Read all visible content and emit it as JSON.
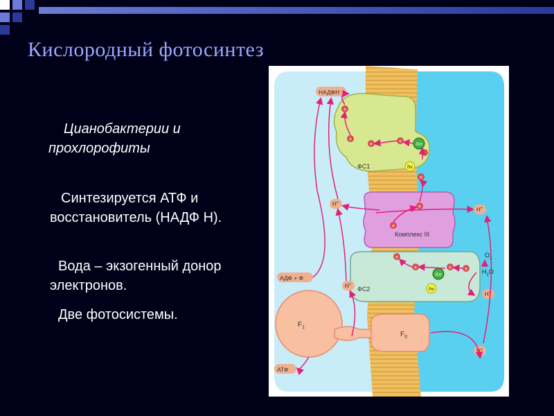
{
  "slide": {
    "title": "Кислородный фотосинтез",
    "subtitle": "Цианобактерии и прохлорофиты",
    "paragraphs": [
      "Синтезируется АТФ и восстановитель (НАДФ Н).",
      "Вода – экзогенный донор электронов.",
      "Две фотосистемы."
    ]
  },
  "diagram": {
    "nadph": "НАДФН",
    "adp_f": "АДФ + Ф",
    "atp": "АТФ",
    "ps1": "ФС1",
    "ps2": "ФС2",
    "complex3": "Комплекс III",
    "f1": "F",
    "f1_sub": "1",
    "f0": "F",
    "f0_sub": "0",
    "chl": "Хл",
    "hv": "hv",
    "electron": "e",
    "proton": "H",
    "proton_sup": "+",
    "o2": "O",
    "o2_sub": "2",
    "h2o_h": "H",
    "h2o_sub": "2",
    "h2o_o": "O"
  },
  "colors": {
    "background": "#000018",
    "title": "#9aa8ff",
    "membrane": "#f0c060",
    "lumen": "#5ad0f0",
    "stroma": "#c8ecf8",
    "ps1": "#d8e890",
    "complex3": "#e0a0e0",
    "ps2": "#c8e8d8",
    "atp_synthase": "#f8c0a0",
    "arrows": "#e0207a"
  }
}
